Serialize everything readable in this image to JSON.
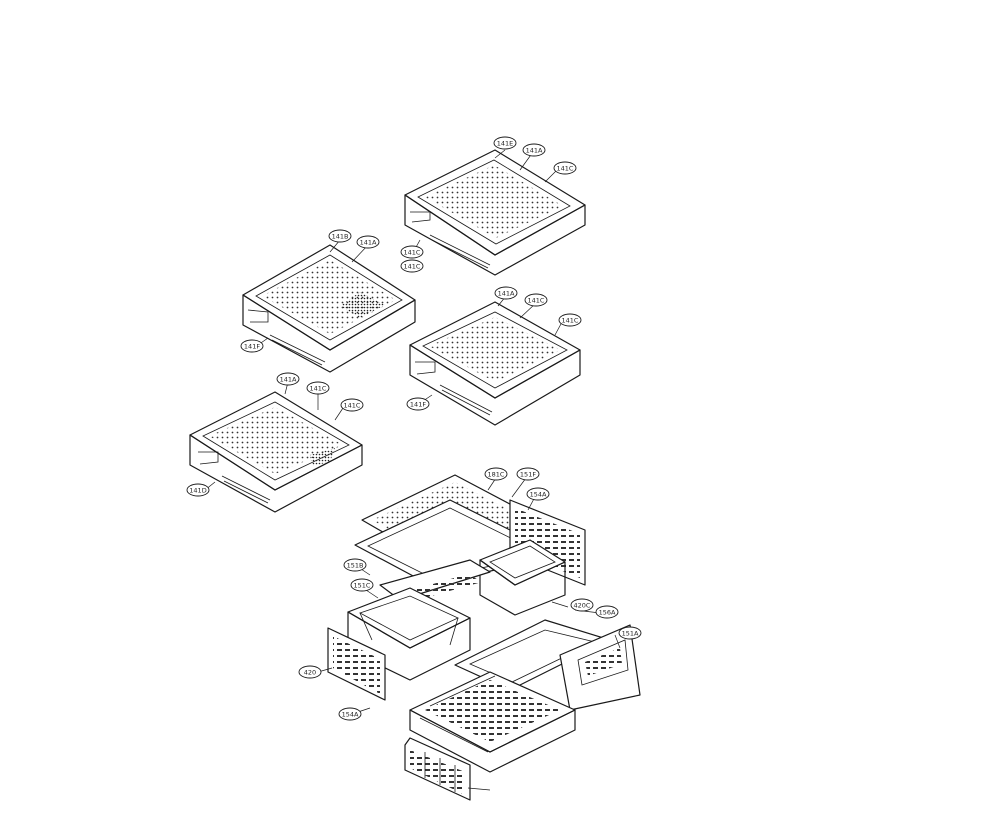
{
  "callouts": [
    {
      "id": "c1",
      "label": "141E"
    },
    {
      "id": "c2",
      "label": "141A"
    },
    {
      "id": "c3",
      "label": "141C"
    },
    {
      "id": "c4",
      "label": "141B"
    },
    {
      "id": "c5",
      "label": "141A"
    },
    {
      "id": "c6",
      "label": "141C"
    },
    {
      "id": "c7",
      "label": "141C"
    },
    {
      "id": "c8",
      "label": "141F"
    },
    {
      "id": "c9",
      "label": "141A"
    },
    {
      "id": "c10",
      "label": "141C"
    },
    {
      "id": "c11",
      "label": "141C"
    },
    {
      "id": "c12",
      "label": "141F"
    },
    {
      "id": "c13",
      "label": "141A"
    },
    {
      "id": "c14",
      "label": "141C"
    },
    {
      "id": "c15",
      "label": "141C"
    },
    {
      "id": "c16",
      "label": "141D"
    },
    {
      "id": "c17",
      "label": "181C"
    },
    {
      "id": "c18",
      "label": "151F"
    },
    {
      "id": "c19",
      "label": "154A"
    },
    {
      "id": "c20",
      "label": "151B"
    },
    {
      "id": "c21",
      "label": "151C"
    },
    {
      "id": "c22",
      "label": "420C"
    },
    {
      "id": "c23",
      "label": "156A"
    },
    {
      "id": "c24",
      "label": "151A"
    },
    {
      "id": "c25",
      "label": "420"
    },
    {
      "id": "c26",
      "label": "154A"
    }
  ]
}
